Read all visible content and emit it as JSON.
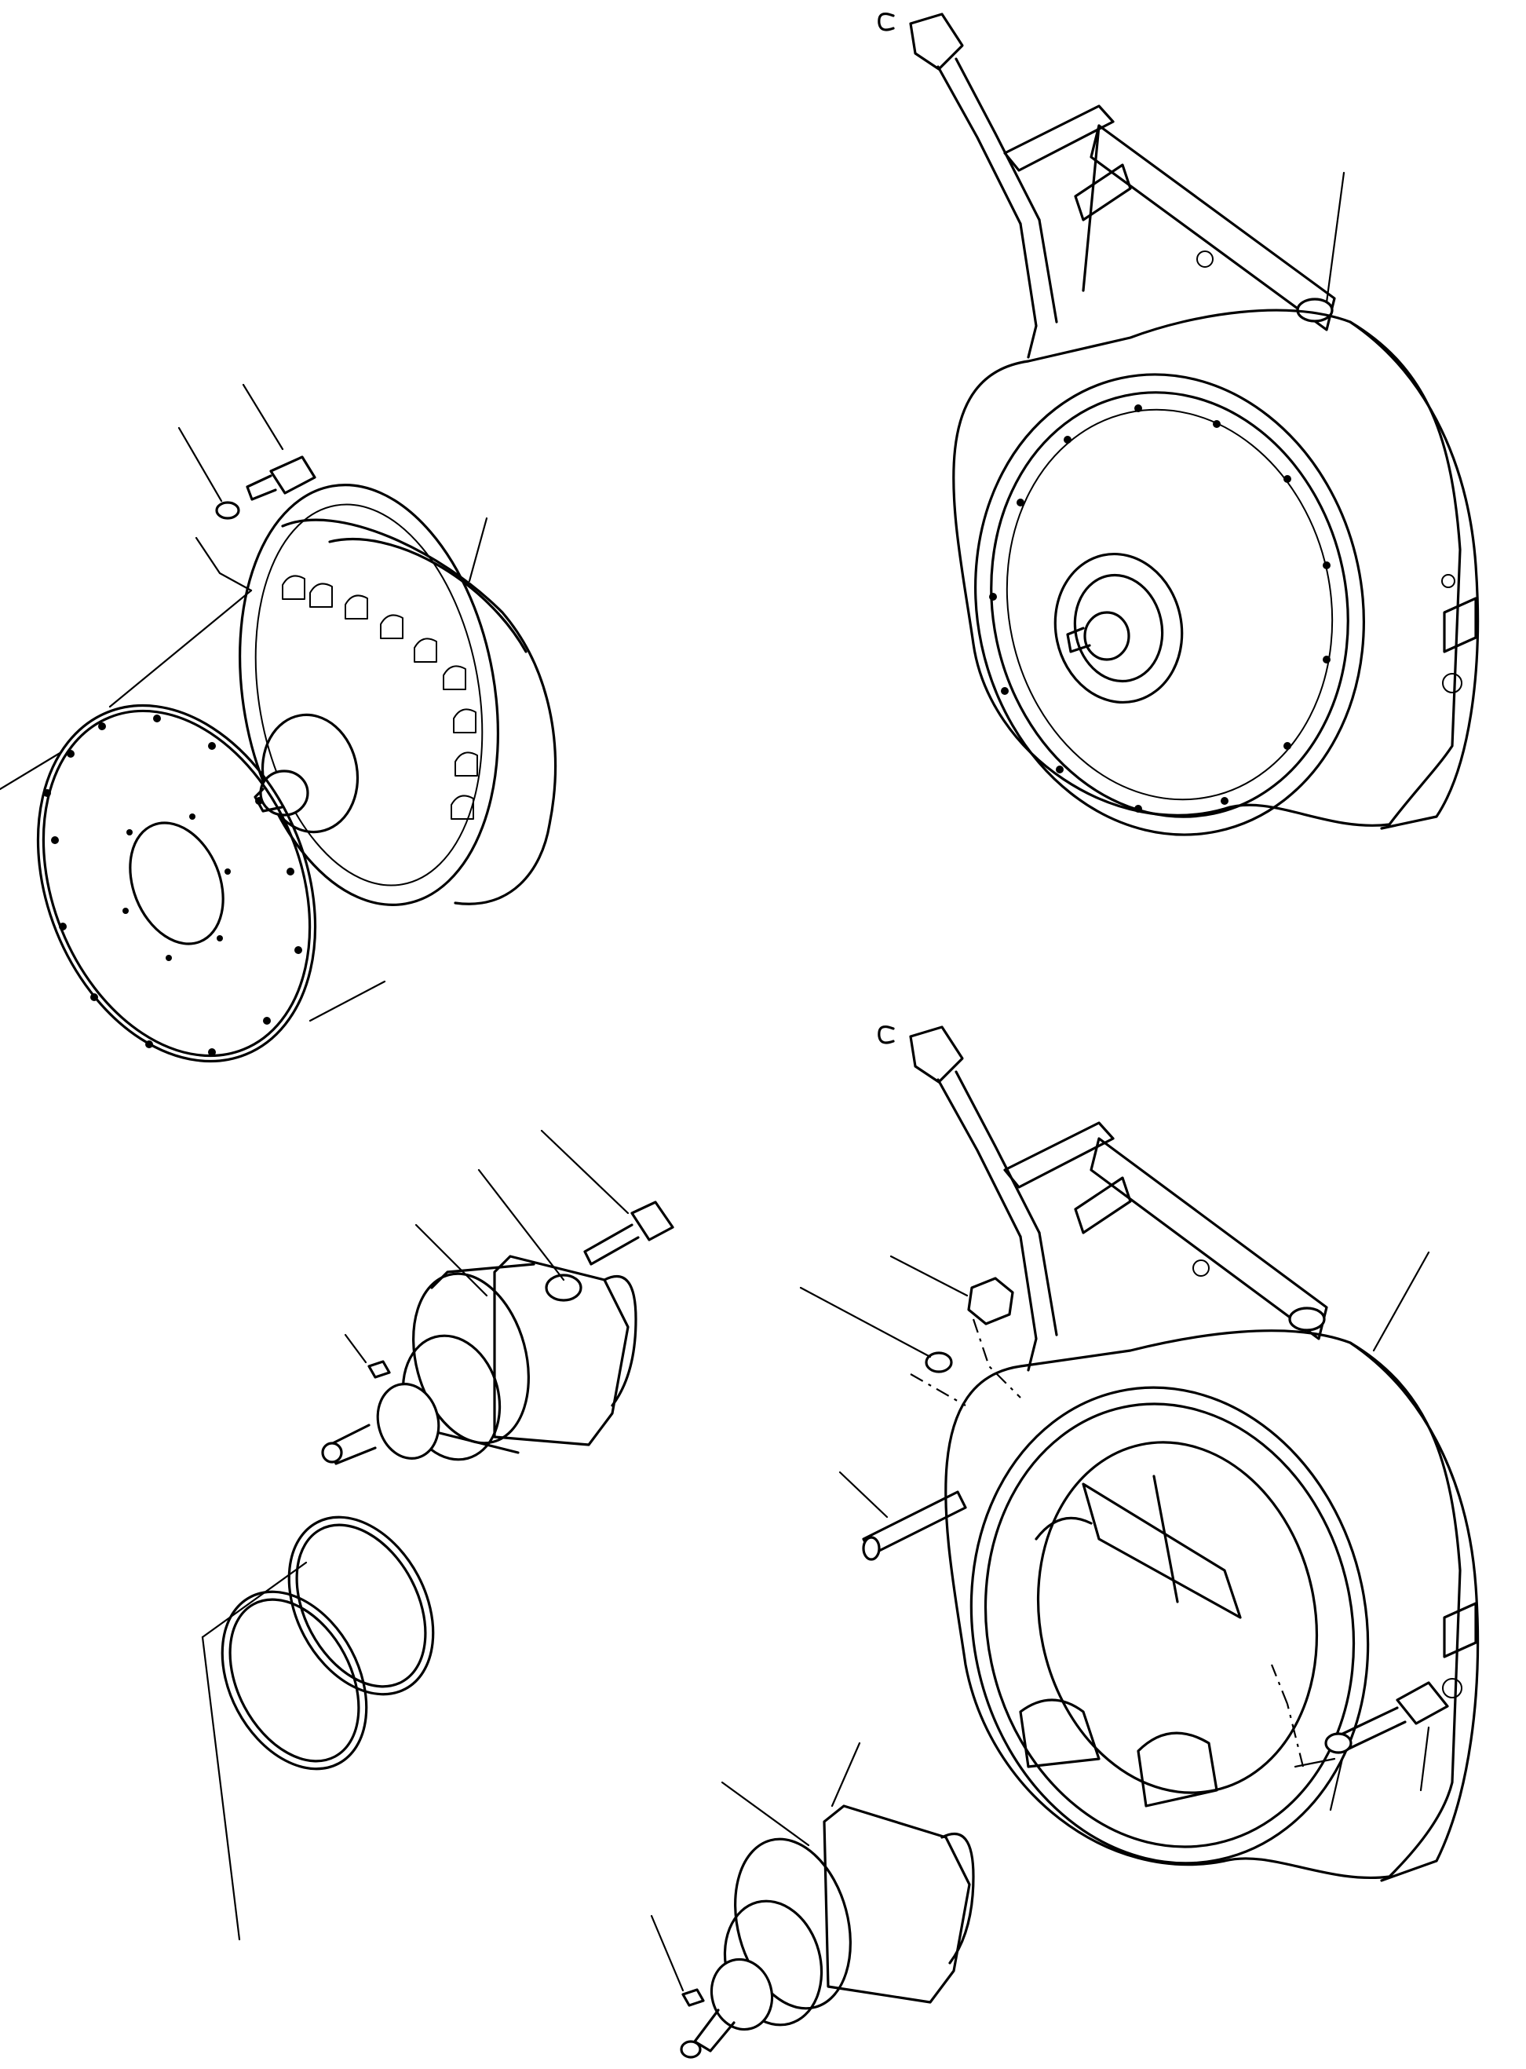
{
  "figure": {
    "colors": {
      "ink": "#000000",
      "paper": "#ffffff"
    },
    "parts": [
      {
        "id": "converter_housing_upper",
        "label": ""
      },
      {
        "id": "converter_housing_lower",
        "label": ""
      },
      {
        "id": "torque_converter",
        "label": ""
      },
      {
        "id": "flex_plate",
        "label": ""
      },
      {
        "id": "pump_upper",
        "label": ""
      },
      {
        "id": "pump_lower",
        "label": ""
      },
      {
        "id": "o_rings",
        "label": ""
      }
    ]
  }
}
